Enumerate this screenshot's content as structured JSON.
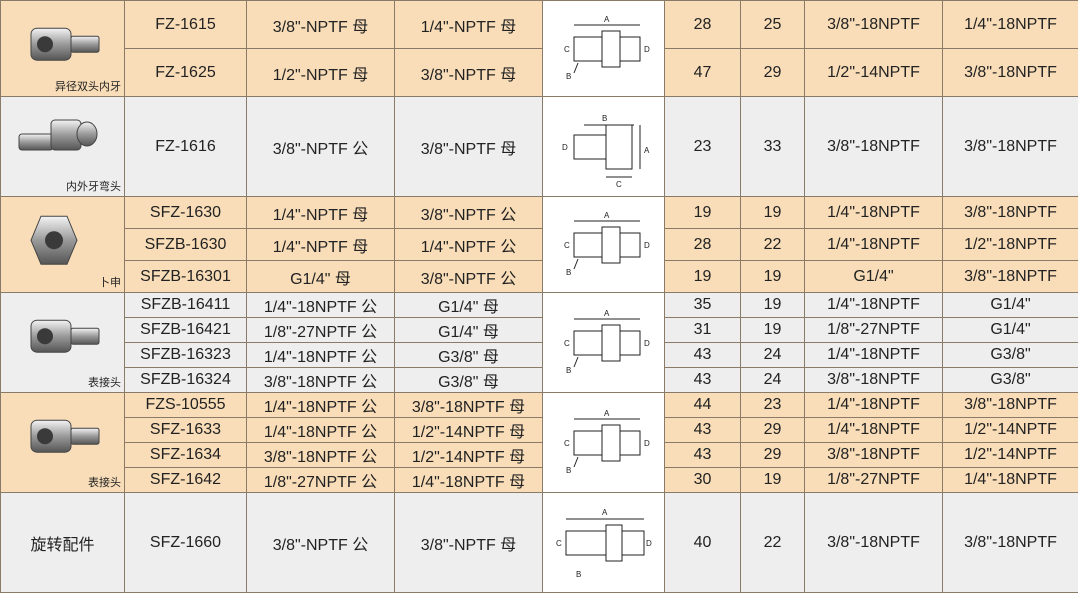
{
  "groups": [
    {
      "name": "异径双头内牙",
      "icon": "reducing-female-coupling-icon",
      "color": "orange",
      "rows": [
        [
          "FZ-1615",
          "3/8\"-NPTF 母",
          "1/4\"-NPTF 母",
          "28",
          "25",
          "3/8\"-18NPTF",
          "1/4\"-18NPTF"
        ],
        [
          "FZ-1625",
          "1/2\"-NPTF 母",
          "3/8\"-NPTF 母",
          "47",
          "29",
          "1/2\"-14NPTF",
          "3/8\"-18NPTF"
        ]
      ]
    },
    {
      "name": "内外牙弯头",
      "icon": "street-elbow-icon",
      "color": "gray",
      "rows": [
        [
          "FZ-1616",
          "3/8\"-NPTF 公",
          "3/8\"-NPTF 母",
          "23",
          "33",
          "3/8\"-18NPTF",
          "3/8\"-18NPTF"
        ]
      ]
    },
    {
      "name": "卜申",
      "icon": "hex-bushing-icon",
      "color": "orange",
      "rows": [
        [
          "SFZ-1630",
          "1/4\"-NPTF 母",
          "3/8\"-NPTF 公",
          "19",
          "19",
          "1/4\"-18NPTF",
          "3/8\"-18NPTF"
        ],
        [
          "SFZB-1630",
          "1/4\"-NPTF 母",
          "1/4\"-NPTF 公",
          "28",
          "22",
          "1/4\"-18NPTF",
          "1/2\"-18NPTF"
        ],
        [
          "SFZB-16301",
          "G1/4\"   母",
          "3/8\"-NPTF 公",
          "19",
          "19",
          "G1/4\"",
          "3/8\"-18NPTF"
        ]
      ]
    },
    {
      "name": "表接头",
      "icon": "gauge-adapter-icon",
      "color": "gray",
      "rows": [
        [
          "SFZB-16411",
          "1/4\"-18NPTF 公",
          "G1/4\"   母",
          "35",
          "19",
          "1/4\"-18NPTF",
          "G1/4\""
        ],
        [
          "SFZB-16421",
          "1/8\"-27NPTF 公",
          "G1/4\"   母",
          "31",
          "19",
          "1/8\"-27NPTF",
          "G1/4\""
        ],
        [
          "SFZB-16323",
          "1/4\"-18NPTF 公",
          "G3/8\"   母",
          "43",
          "24",
          "1/4\"-18NPTF",
          "G3/8\""
        ],
        [
          "SFZB-16324",
          "3/8\"-18NPTF 公",
          "G3/8\"   母",
          "43",
          "24",
          "3/8\"-18NPTF",
          "G3/8\""
        ]
      ]
    },
    {
      "name": "表接头",
      "icon": "gauge-adapter-icon",
      "color": "orange",
      "rows": [
        [
          "FZS-10555",
          "1/4\"-18NPTF 公",
          "3/8\"-18NPTF 母",
          "44",
          "23",
          "1/4\"-18NPTF",
          "3/8\"-18NPTF"
        ],
        [
          "SFZ-1633",
          "1/4\"-18NPTF 公",
          "1/2\"-14NPTF 母",
          "43",
          "29",
          "1/4\"-18NPTF",
          "1/2\"-14NPTF"
        ],
        [
          "SFZ-1634",
          "3/8\"-18NPTF 公",
          "1/2\"-14NPTF 母",
          "43",
          "29",
          "3/8\"-18NPTF",
          "1/2\"-14NPTF"
        ],
        [
          "SFZ-1642",
          "1/8\"-27NPTF 公",
          "1/4\"-18NPTF 母",
          "30",
          "19",
          "1/8\"-27NPTF",
          "1/4\"-18NPTF"
        ]
      ]
    },
    {
      "name": "旋转配件",
      "icon": "swivel-fitting-icon",
      "color": "gray",
      "rows": [
        [
          "SFZ-1660",
          "3/8\"-NPTF  公",
          "3/8\"-NPTF  母",
          "40",
          "22",
          "3/8\"-18NPTF",
          "3/8\"-18NPTF"
        ]
      ]
    }
  ],
  "dimension_labels": {
    "a": "A",
    "b": "B",
    "c": "C",
    "d": "D"
  },
  "colors": {
    "orange_row": "#f8ddb8",
    "gray_row": "#eeeeef",
    "border": "#8a7a68"
  }
}
